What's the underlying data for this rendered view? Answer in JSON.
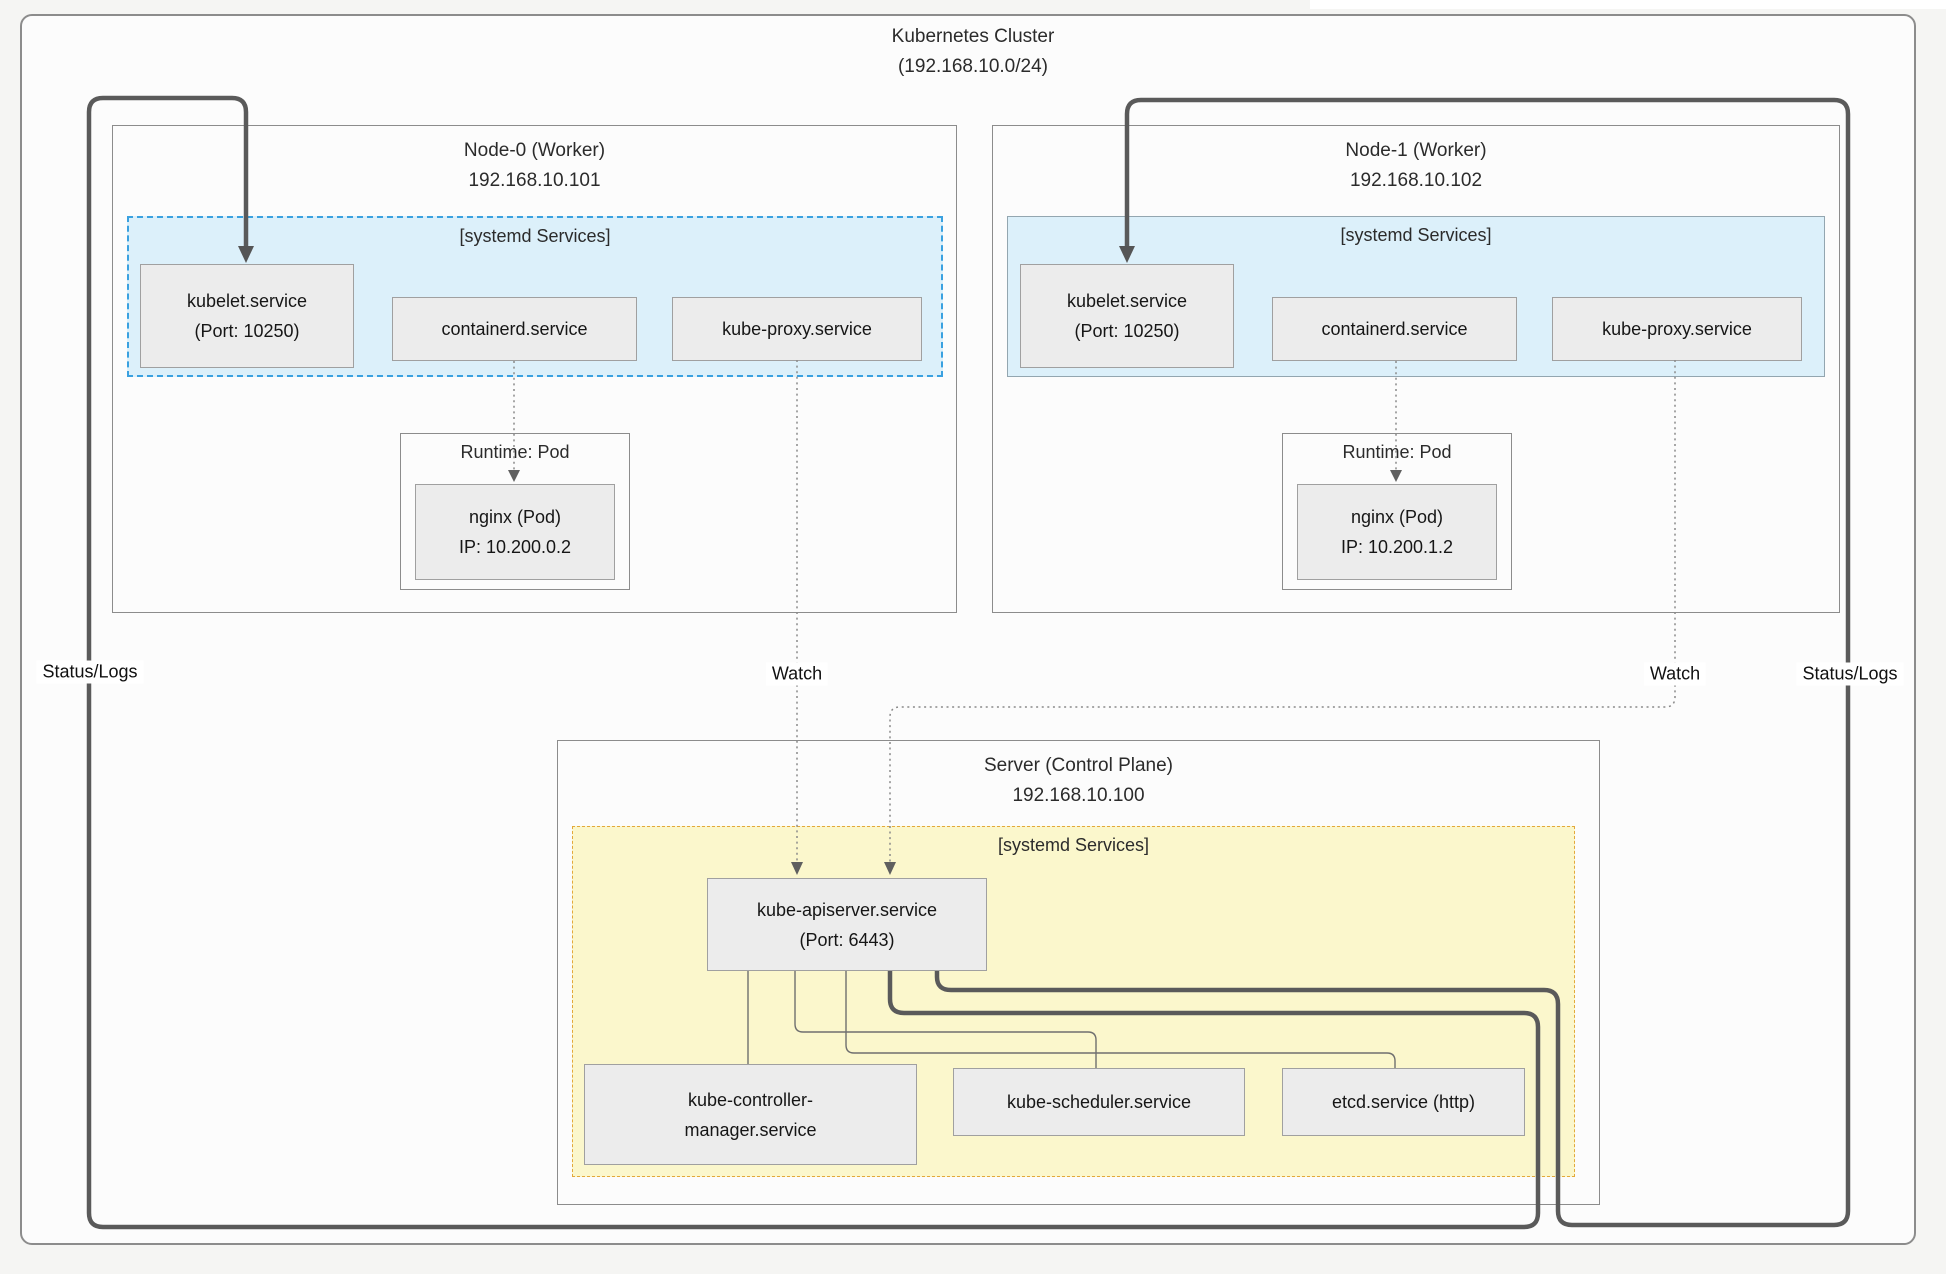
{
  "page": {
    "title": "Kubernetes Cluster",
    "subtitle": "(192.168.10.0/24)"
  },
  "nodes": [
    {
      "title": "Node-0 (Worker)",
      "ip": "192.168.10.101",
      "systemd_label": "[systemd Services]",
      "kubelet": {
        "line1": "kubelet.service",
        "line2": "(Port: 10250)"
      },
      "containerd": "containerd.service",
      "kube_proxy": "kube-proxy.service",
      "runtime_label": "Runtime: Pod",
      "pod": {
        "line1": "nginx (Pod)",
        "line2": "IP: 10.200.0.2"
      }
    },
    {
      "title": "Node-1 (Worker)",
      "ip": "192.168.10.102",
      "systemd_label": "[systemd Services]",
      "kubelet": {
        "line1": "kubelet.service",
        "line2": "(Port: 10250)"
      },
      "containerd": "containerd.service",
      "kube_proxy": "kube-proxy.service",
      "runtime_label": "Runtime: Pod",
      "pod": {
        "line1": "nginx (Pod)",
        "line2": "IP: 10.200.1.2"
      }
    }
  ],
  "control_plane": {
    "title": "Server (Control Plane)",
    "ip": "192.168.10.100",
    "systemd_label": "[systemd Services]",
    "apiserver": {
      "line1": "kube-apiserver.service",
      "line2": "(Port: 6443)"
    },
    "controller_manager": {
      "line1": "kube-controller-",
      "line2": "manager.service"
    },
    "scheduler": "kube-scheduler.service",
    "etcd": "etcd.service (http)"
  },
  "labels": {
    "status_logs_left": "Status/Logs",
    "watch_left": "Watch",
    "watch_right": "Watch",
    "status_logs_right": "Status/Logs"
  },
  "colors": {
    "worker_systemd_bg": "#dcf0fa",
    "worker_systemd_border": "#3aa1e0",
    "cp_systemd_bg": "#fbf7cc",
    "cp_systemd_border": "#e3a93a",
    "service_box_bg": "#ececec",
    "thick_line": "#5a5a5a",
    "dotted_line": "#8a8a8a"
  }
}
